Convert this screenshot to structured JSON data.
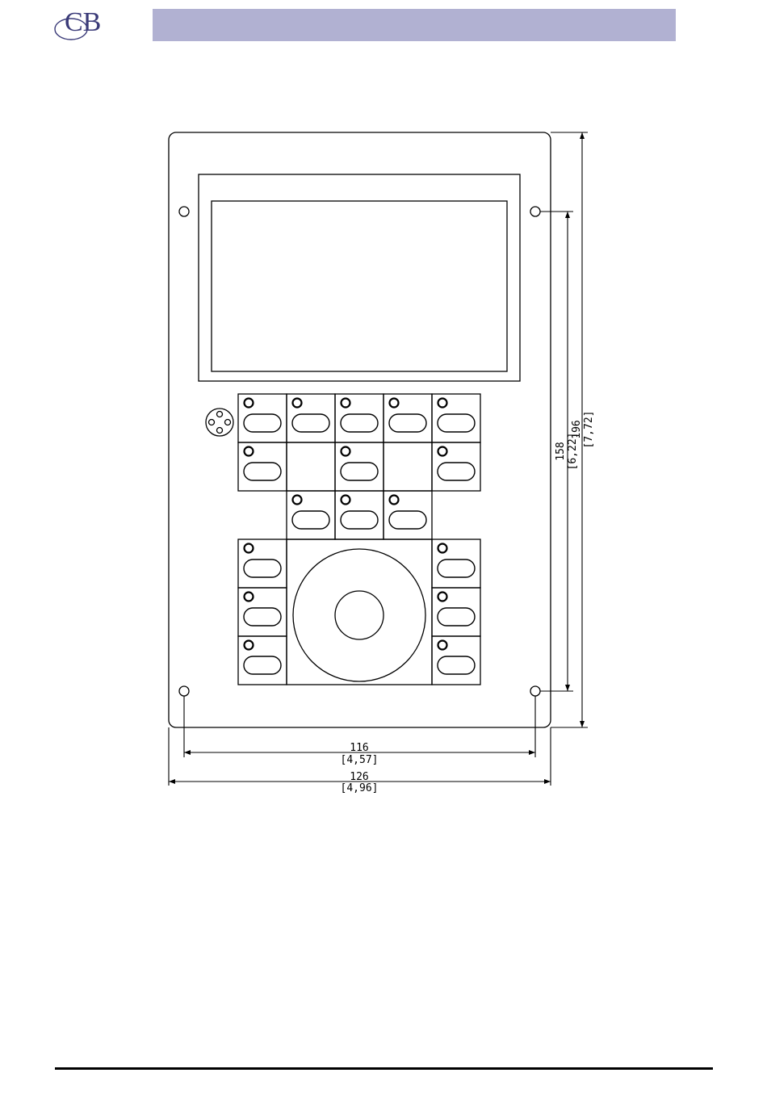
{
  "header": {
    "logo_text": "CB",
    "bar_color": "#b1b1d2"
  },
  "drawing": {
    "dimensions": {
      "inner_width": {
        "mm": "116",
        "inch": "[4,57]"
      },
      "outer_width": {
        "mm": "126",
        "inch": "[4,96]"
      },
      "inner_height": {
        "mm": "158",
        "inch": "[6,22]"
      },
      "outer_height": {
        "mm": "196",
        "inch": "[7,72]"
      }
    },
    "button_grid": {
      "rows": [
        [
          1,
          1,
          1,
          1,
          1
        ],
        [
          1,
          0,
          1,
          0,
          1
        ],
        [
          0,
          1,
          1,
          1,
          0
        ]
      ],
      "side_buttons_per_column": 3
    }
  }
}
